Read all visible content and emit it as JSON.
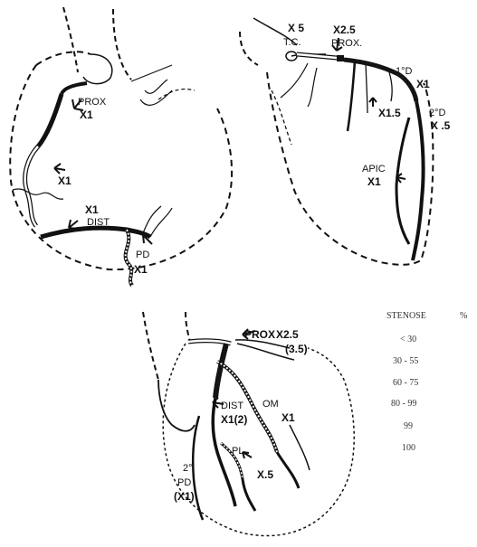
{
  "diagram1": {
    "prox": "PROX",
    "prox_mult": "X1",
    "mid_mult": "X1",
    "dist_mult": "X1",
    "dist": "DIST",
    "pd": "PD",
    "pd_mult": "X1"
  },
  "diagram2": {
    "tc_mult": "X 5",
    "tc": "T.C.",
    "prox_mult": "X2.5",
    "prox": "PROX.",
    "d1": "1°D",
    "d1_mult": "X1",
    "x15": "X1.5",
    "d2": "2°D",
    "d2_mult": "X .5",
    "apic": "APIC",
    "apic_mult": "X1"
  },
  "diagram3": {
    "prox": "PROX",
    "prox_mult": "X2.5",
    "prox_paren": "(3.5)",
    "dist": "DIST",
    "dist_mult": "X1(2)",
    "om": "OM",
    "om_mult": "X1",
    "pl": "PL",
    "pl_mult": "X.5",
    "pd_num": "2°",
    "pd": "PD",
    "pd_mult": "(X1)"
  },
  "legend": {
    "title": "STENOSE",
    "symbol": "%",
    "rows": [
      "< 30",
      "30 - 55",
      "60 - 75",
      "80 - 99",
      "99",
      "100"
    ]
  }
}
